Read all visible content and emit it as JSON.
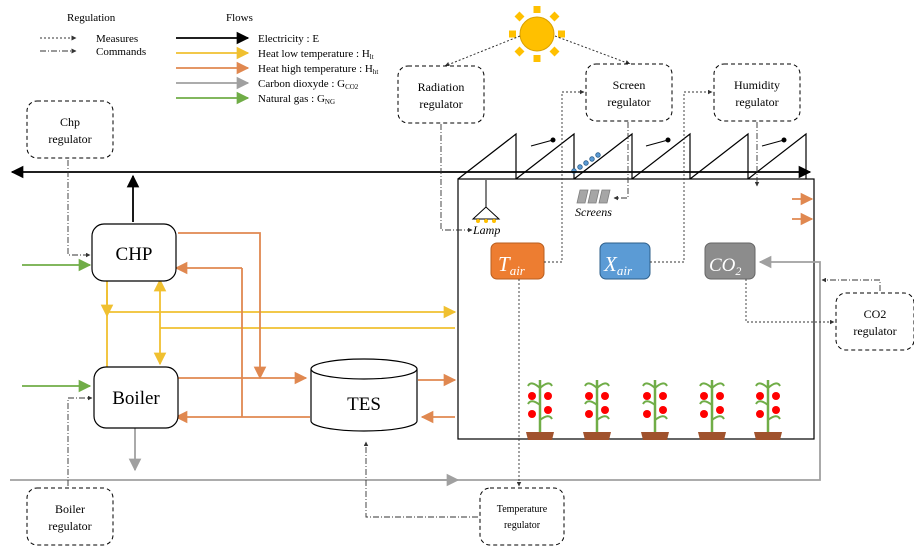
{
  "legend": {
    "regulation_title": "Regulation",
    "measures": "Measures",
    "commands": "Commands",
    "flows_title": "Flows",
    "electricity": "Electricity : E",
    "heat_low": "Heat low temperature : H",
    "heat_low_sub": "lt",
    "heat_high": "Heat high temperature : H",
    "heat_high_sub": "ht",
    "co2": "Carbon dioxyde : G",
    "co2_sub": "CO2",
    "gas": "Natural gas : G",
    "gas_sub": "NG"
  },
  "regulators": {
    "chp": [
      "Chp",
      "regulator"
    ],
    "radiation": [
      "Radiation",
      "regulator"
    ],
    "screen": [
      "Screen",
      "regulator"
    ],
    "humidity": [
      "Humidity",
      "regulator"
    ],
    "co2": [
      "CO2",
      "regulator"
    ],
    "boiler": [
      "Boiler",
      "regulator"
    ],
    "temperature": [
      "Temperature",
      "regulator"
    ]
  },
  "components": {
    "chp": "CHP",
    "boiler": "Boiler",
    "tes": "TES"
  },
  "greenhouse": {
    "lamp": "Lamp",
    "screens": "Screens",
    "tair": {
      "main": "T",
      "sub": "air"
    },
    "xair": {
      "main": "X",
      "sub": "air"
    },
    "co2": {
      "main": "CO",
      "sub": "2"
    }
  },
  "colors": {
    "electricity": "#000000",
    "heat_low": "#f0c030",
    "heat_high": "#e08850",
    "co2": "#a0a0a0",
    "gas": "#70ad47",
    "tair": "#ed7d31",
    "xair": "#5b9bd5",
    "co2_sensor": "#8c8c8c",
    "sun": "#ffc000",
    "tomato": "#ff0000",
    "stem": "#70ad47",
    "pot": "#a0522d"
  }
}
